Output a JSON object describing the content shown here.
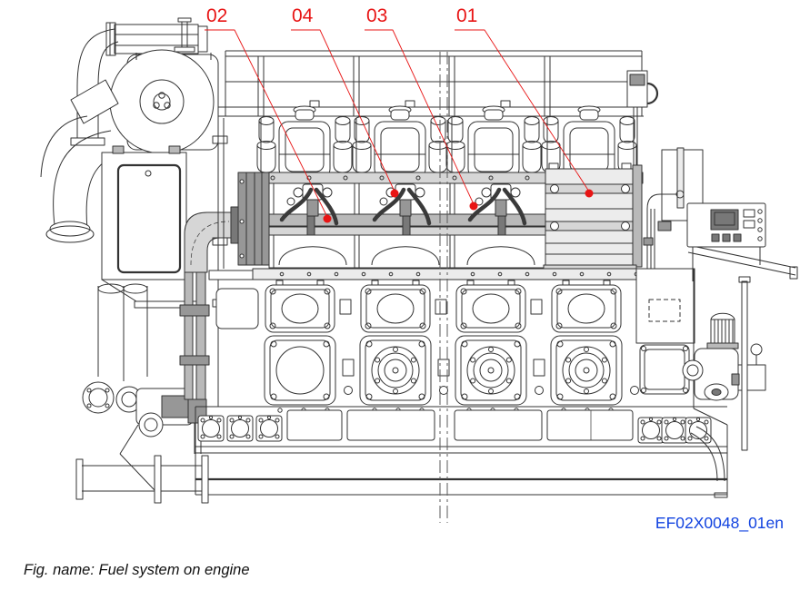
{
  "diagram": {
    "callouts": [
      {
        "label": "02"
      },
      {
        "label": "04"
      },
      {
        "label": "03"
      },
      {
        "label": "01"
      }
    ],
    "figure_code": "EF02X0048_01en",
    "caption": "Fig. name: Fuel system on engine",
    "colors": {
      "callout": "#e81515",
      "figure_code": "#1243e0",
      "line": "#333333",
      "background": "#ffffff"
    }
  }
}
